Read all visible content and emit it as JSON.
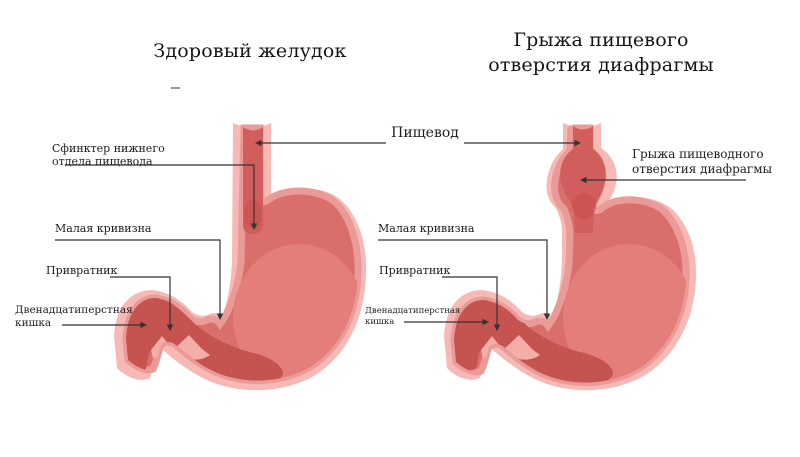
{
  "titles": {
    "left": "Здоровый желудок",
    "right": [
      "Грыжа пищевого",
      "отверстия диафрагмы"
    ]
  },
  "labels": {
    "esophagus": "Пищевод",
    "sphincter": [
      "Сфинктер нижнего",
      "отдела пищевода"
    ],
    "hernia": [
      "Грыжа пищеводного",
      "отверстия диафрагмы"
    ],
    "lesser_curvature": "Малая кривизна",
    "pylorus": "Привратник",
    "duodenum": [
      "Двенадцатиперстная",
      "кишка"
    ]
  },
  "colors": {
    "wall_outer": "#f6b9b5",
    "wall_mid": "#eb9b97",
    "body": "#da6e6b",
    "body_highlight": "#e37e7a",
    "antrum_dark": "#c5534f",
    "esophagus_lumen": "#d15e5c",
    "junction_dark": "#c84f4c",
    "fold_light": "#f3aeaa",
    "leader_line": "#333333",
    "text": "#1b1b1b",
    "background": "#ffffff"
  }
}
